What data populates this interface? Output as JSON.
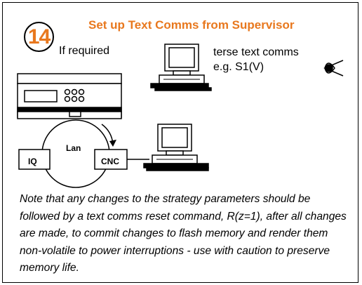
{
  "step": {
    "number": "14",
    "title": "Set up Text Comms from Supervisor"
  },
  "labels": {
    "if_required": "If required",
    "terse_line1": "terse text comms",
    "terse_line2": "e.g. S1(V)",
    "lan": "Lan",
    "iq": "IQ",
    "cnc": "CNC"
  },
  "icons": [
    "computer-icon",
    "computer-icon",
    "eye-icon",
    "controller-icon"
  ],
  "note": "Note that any changes to the strategy parameters should be followed by a text comms reset command, R(z=1), after all changes are made, to commit changes to flash memory and render them non-volatile to power interruptions - use with caution to preserve memory life.",
  "colors": {
    "accent": "#e8781e",
    "line": "#000000"
  }
}
